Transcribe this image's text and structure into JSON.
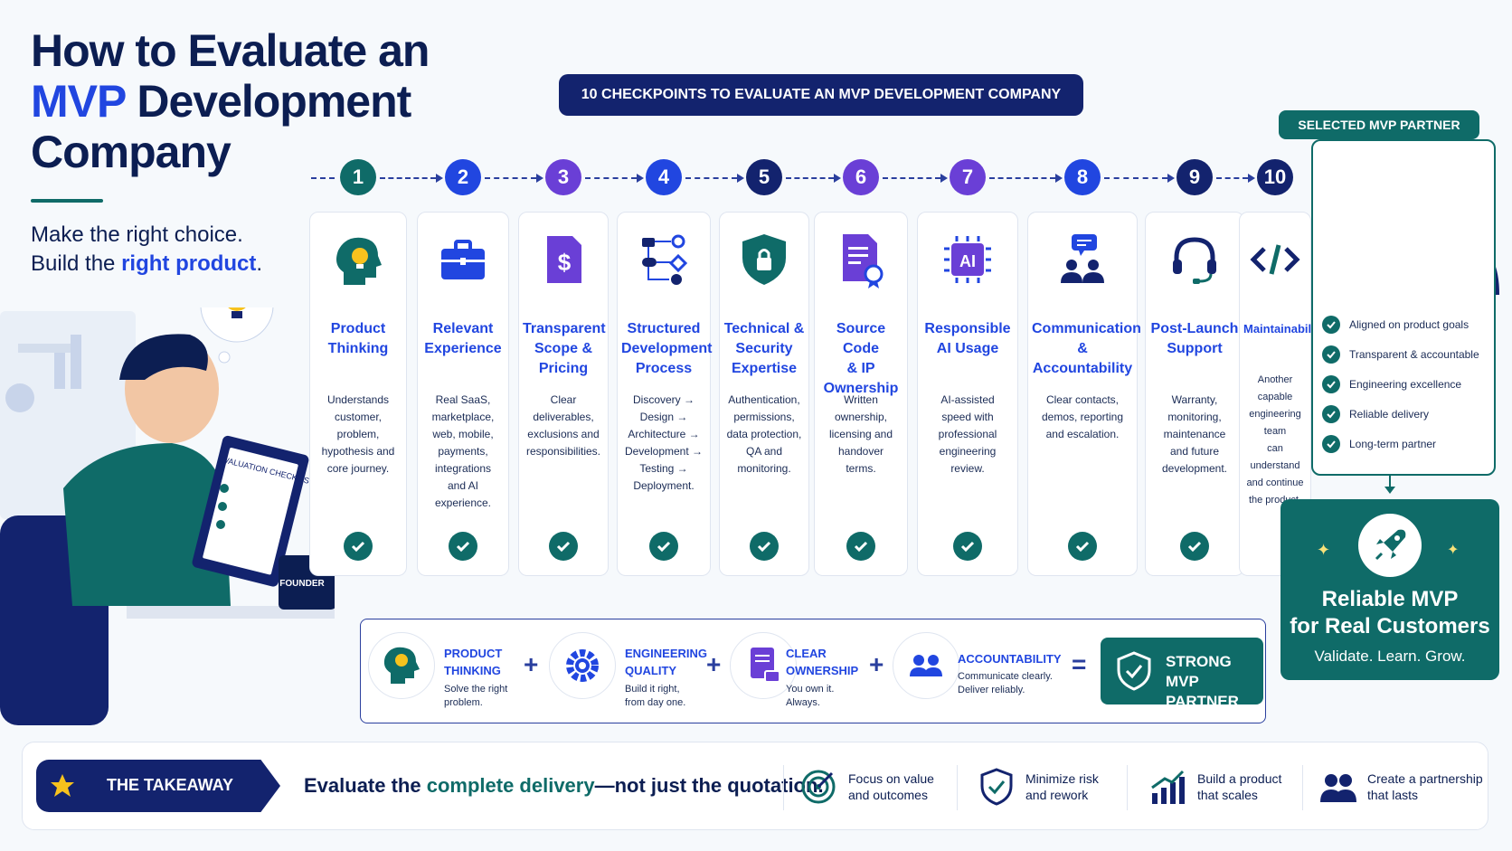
{
  "title": {
    "line1": "How to Evaluate an",
    "highlight": "MVP",
    "line2_rest": " Development",
    "line3": "Company"
  },
  "tagline": {
    "line1": "Make the right choice.",
    "line2_prefix": "Build the ",
    "line2_highlight": "right product",
    "line2_suffix": "."
  },
  "banner": "10 CHECKPOINTS TO EVALUATE AN MVP DEVELOPMENT COMPANY",
  "illustration": {
    "checklist_title": "EVALUATION CHECKLIST",
    "mug_label": "FOUNDER"
  },
  "steps": [
    {
      "num": "1",
      "color": "#0f6b68",
      "icon": "head-lightbulb-icon",
      "title_lines": [
        "Product",
        "Thinking"
      ],
      "desc_lines": [
        "Understands",
        "customer,",
        "problem,",
        "hypothesis and",
        "core journey."
      ]
    },
    {
      "num": "2",
      "color": "#2146e0",
      "icon": "briefcase-icon",
      "title_lines": [
        "Relevant",
        "Experience"
      ],
      "desc_lines": [
        "Real SaaS,",
        "marketplace,",
        "web, mobile,",
        "payments,",
        "integrations",
        "and AI",
        "experience."
      ]
    },
    {
      "num": "3",
      "color": "#6a3fd6",
      "icon": "dollar-document-icon",
      "title_lines": [
        "Transparent",
        "Scope &",
        "Pricing"
      ],
      "desc_lines": [
        "Clear",
        "deliverables,",
        "exclusions and",
        "responsibilities."
      ]
    },
    {
      "num": "4",
      "color": "#2146e0",
      "icon": "process-flow-icon",
      "title_lines": [
        "Structured",
        "Development",
        "Process"
      ],
      "desc_lines": [
        "Discovery →",
        "Design →",
        "Architecture →",
        "Development →",
        "Testing →",
        "Deployment."
      ]
    },
    {
      "num": "5",
      "color": "#13236e",
      "icon": "shield-lock-icon",
      "title_lines": [
        "Technical &",
        "Security",
        "Expertise"
      ],
      "desc_lines": [
        "Authentication,",
        "permissions,",
        "data protection,",
        "QA and",
        "monitoring."
      ]
    },
    {
      "num": "6",
      "color": "#6a3fd6",
      "icon": "certificate-document-icon",
      "title_lines": [
        "Source Code",
        "& IP",
        "Ownership"
      ],
      "desc_lines": [
        "Written",
        "ownership,",
        "licensing and",
        "handover",
        "terms."
      ]
    },
    {
      "num": "7",
      "color": "#6a3fd6",
      "icon": "ai-chip-icon",
      "title_lines": [
        "Responsible",
        "AI Usage"
      ],
      "desc_lines": [
        "AI-assisted",
        "speed with",
        "professional",
        "engineering",
        "review."
      ]
    },
    {
      "num": "8",
      "color": "#2146e0",
      "icon": "team-chat-icon",
      "title_lines": [
        "Communication",
        "&",
        "Accountability"
      ],
      "desc_lines": [
        "Clear contacts,",
        "demos, reporting",
        "and escalation."
      ]
    },
    {
      "num": "9",
      "color": "#13236e",
      "icon": "headset-icon",
      "title_lines": [
        "Post-Launch",
        "Support"
      ],
      "desc_lines": [
        "Warranty,",
        "monitoring,",
        "maintenance",
        "and future",
        "development."
      ]
    },
    {
      "num": "10",
      "color": "#13236e",
      "icon": "code-icon",
      "title_lines": [
        "Maintainability"
      ],
      "desc_lines": [
        "Another capable",
        "engineering team",
        "can understand",
        "and continue",
        "the product."
      ]
    }
  ],
  "partner": {
    "label": "SELECTED MVP PARTNER",
    "items": [
      "Aligned on product goals",
      "Transparent & accountable",
      "Engineering excellence",
      "Reliable delivery",
      "Long-term partner"
    ]
  },
  "reliable": {
    "title_lines": [
      "Reliable MVP",
      "for Real Customers"
    ],
    "sub": "Validate. Learn. Grow."
  },
  "formula": {
    "parts": [
      {
        "icon": "head-lightbulb-icon",
        "label_lines": [
          "PRODUCT",
          "THINKING"
        ],
        "desc_lines": [
          "Solve the right",
          "problem."
        ]
      },
      {
        "icon": "gear-icon",
        "label_lines": [
          "ENGINEERING",
          "QUALITY"
        ],
        "desc_lines": [
          "Build it right,",
          "from day one."
        ]
      },
      {
        "icon": "document-lock-icon",
        "label_lines": [
          "CLEAR",
          "OWNERSHIP"
        ],
        "desc_lines": [
          "You own it.",
          "Always."
        ]
      },
      {
        "icon": "people-icon",
        "label_lines": [
          "ACCOUNTABILITY"
        ],
        "desc_lines": [
          "Communicate clearly.",
          "Deliver reliably."
        ]
      }
    ],
    "plus": "+",
    "equals": "=",
    "result_lines": [
      "STRONG MVP",
      "PARTNER"
    ]
  },
  "takeaway": {
    "label": "THE TAKEAWAY",
    "text_prefix": "Evaluate the ",
    "text_highlight": "complete delivery",
    "text_suffix": "—not just the quotation.",
    "items": [
      {
        "icon": "target-icon",
        "lines": [
          "Focus on value",
          "and outcomes"
        ]
      },
      {
        "icon": "shield-check-icon",
        "lines": [
          "Minimize risk",
          "and rework"
        ]
      },
      {
        "icon": "growth-chart-icon",
        "lines": [
          "Build a product",
          "that scales"
        ]
      },
      {
        "icon": "partnership-icon",
        "lines": [
          "Create a partnership",
          "that lasts"
        ]
      }
    ]
  },
  "colors": {
    "navy": "#13236e",
    "blue": "#2146e0",
    "teal": "#0f6b68",
    "purple": "#6a3fd6"
  }
}
